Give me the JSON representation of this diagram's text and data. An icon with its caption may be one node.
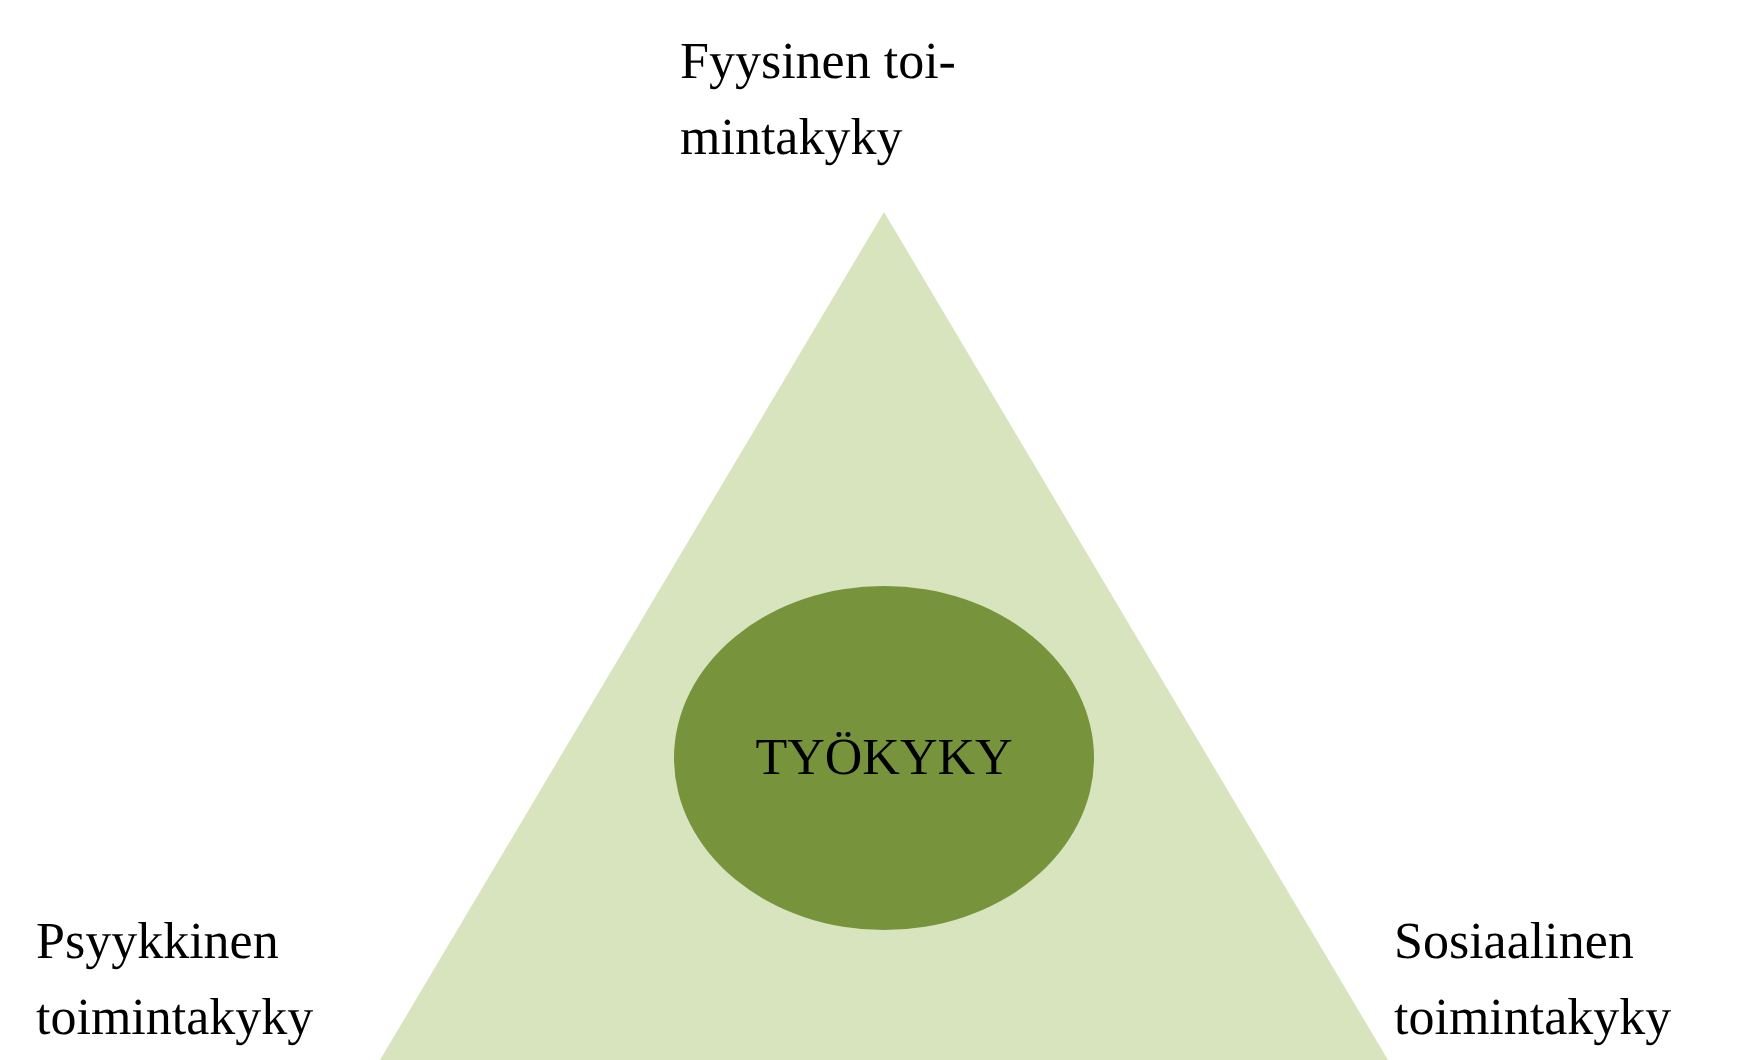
{
  "diagram": {
    "nodes": [
      {
        "text": [],
        "shape": "triangle"
      },
      {
        "text": [
          "TYÖKYKY"
        ],
        "in": 0
      }
    ],
    "labels": [
      "Fyysinen toi-mintakyky",
      "Psyykkinen toimintakyky",
      "Sosiaalinen toimintakyky"
    ]
  }
}
